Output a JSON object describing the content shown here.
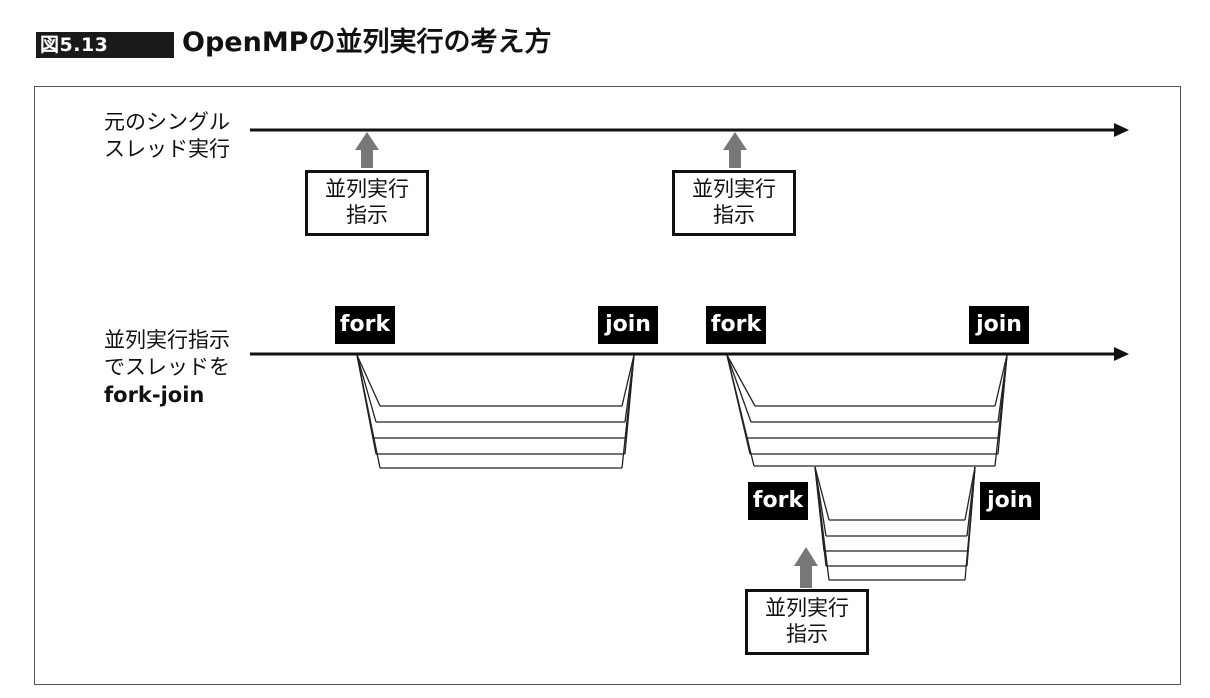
{
  "header": {
    "figure_number": "図5.13",
    "title": "OpenMPの並列実行の考え方"
  },
  "lanes": {
    "single": {
      "line1": "元のシングル",
      "line2": "スレッド実行"
    },
    "forkjoin": {
      "line1": "並列実行指示",
      "line2": "でスレッドを",
      "line3": "fork-join"
    }
  },
  "boxes": [
    {
      "line1": "並列実行",
      "line2": "指示"
    },
    {
      "line1": "並列実行",
      "line2": "指示"
    },
    {
      "line1": "並列実行",
      "line2": "指示"
    }
  ],
  "markers": {
    "fork": "fork",
    "join": "join"
  },
  "colors": {
    "arrow_gray": "#777777",
    "ink": "#111111"
  }
}
